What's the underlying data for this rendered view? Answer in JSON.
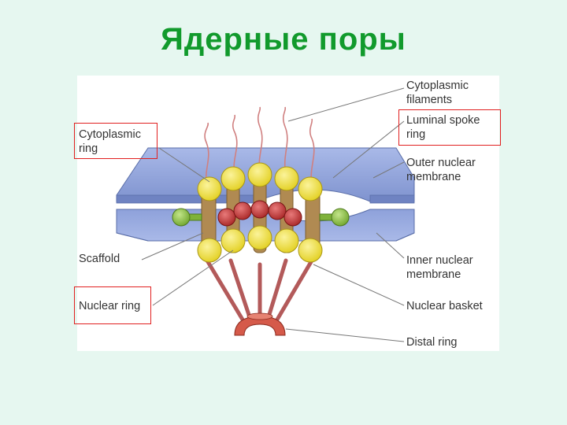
{
  "slide": {
    "title": "Ядерные поры"
  },
  "labels": {
    "cytoplasmic_filaments": [
      "Cytoplasmic",
      "filaments"
    ],
    "luminal_spoke_ring": [
      "Luminal spoke",
      "ring"
    ],
    "outer_nuclear_membrane": [
      "Outer nuclear",
      "membrane"
    ],
    "inner_nuclear_membrane": [
      "Inner nuclear",
      "membrane"
    ],
    "nuclear_basket": "Nuclear basket",
    "distal_ring": "Distal ring",
    "cytoplasmic_ring": [
      "Cytoplasmic",
      "ring"
    ],
    "scaffold": "Scaffold",
    "nuclear_ring": "Nuclear ring"
  },
  "colors": {
    "title": "#119a2c",
    "highlight_box": "#e11f1f",
    "membrane": "#93a6dd",
    "yellow_subunit": "#f1e33a",
    "red_subunit": "#c23a3a",
    "green_knob": "#8cc63f",
    "scaffold_tan": "#b08a52"
  }
}
